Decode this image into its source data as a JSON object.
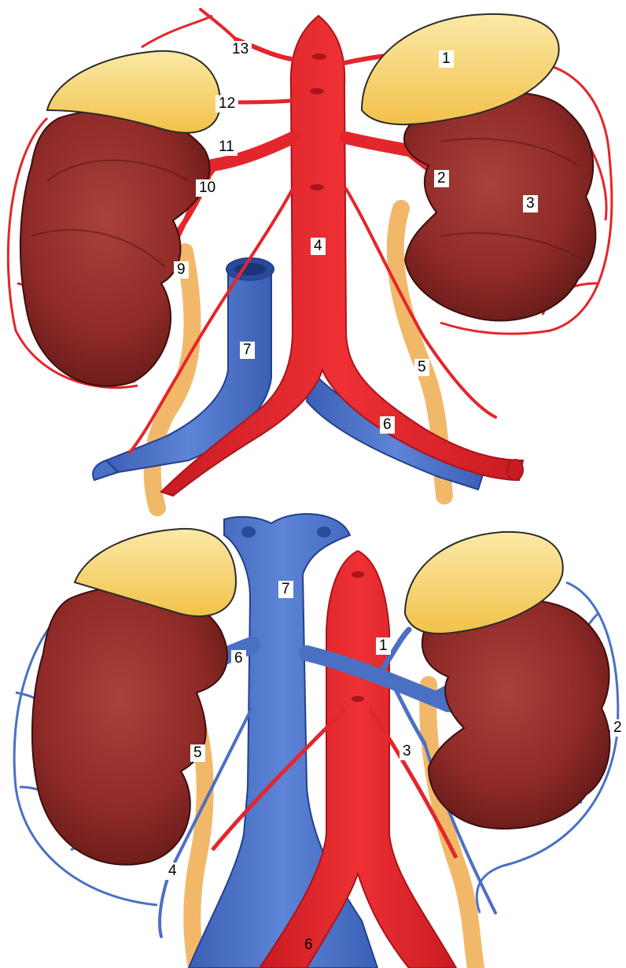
{
  "colors": {
    "artery": "#e3262b",
    "artery_dark": "#a9151b",
    "vein": "#4a70c4",
    "vein_dark": "#23408f",
    "kidney": "#8e2a27",
    "kidney_dark": "#5c1716",
    "adrenal": "#f5cf5a",
    "adrenal_light": "#fbe9a6",
    "ureter": "#f2b86a",
    "background": "#ffffff"
  },
  "panels": {
    "arterial": {
      "labels": {
        "adrenal_gland": "1",
        "renal_artery": "2",
        "kidney": "3",
        "aorta": "4",
        "gonadal_artery": "5",
        "common_iliac_vein_left": "6",
        "inferior_vena_cava": "7",
        "ureter": "9",
        "renal_artery_branches": "10",
        "inferior_adrenal_artery": "11",
        "middle_adrenal_artery": "12",
        "inferior_phrenic_artery": "13"
      }
    },
    "venous": {
      "labels": {
        "left_renal_vein": "1",
        "capsular_veins": "2",
        "gonadal_vein_left": "3",
        "gonadal_vein_right": "4",
        "ureter": "5",
        "right_renal_vein": "6",
        "inferior_vena_cava": "7",
        "iliac_bifurcation": "6"
      }
    }
  }
}
